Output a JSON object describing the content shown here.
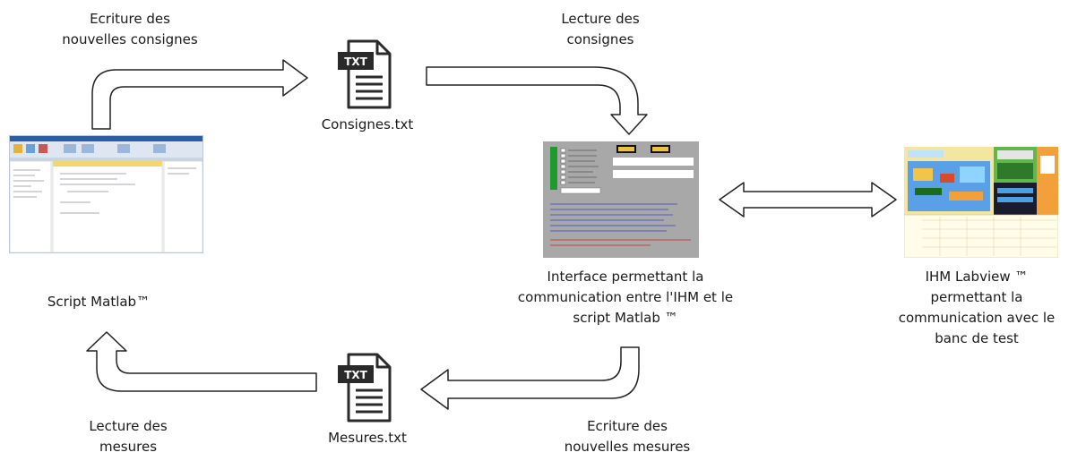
{
  "labels": {
    "ecriture_consignes": "Ecriture des\nnouvelles consignes",
    "lecture_consignes": "Lecture des\nconsignes",
    "consignes_file": "Consignes.txt",
    "script_matlab": "Script Matlab™",
    "interface": "Interface permettant la\ncommunication entre l'IHM et le\nscript Matlab ™",
    "ihm_labview": "IHM Labview ™\npermettant la\ncommunication avec le\nbanc de test",
    "lecture_mesures": "Lecture des\nmesures",
    "mesures_file": "Mesures.txt",
    "ecriture_mesures": "Ecriture des\nnouvelles mesures"
  },
  "file_badge": "TXT",
  "icons": [
    "txt-file-icon",
    "matlab-screenshot",
    "interface-screenshot",
    "labview-screenshot"
  ],
  "colors": {
    "arrow_stroke": "#222222",
    "arrow_fill": "#ffffff",
    "interface_bg": "#a8a8a8",
    "labview_orange": "#f2a13a"
  }
}
